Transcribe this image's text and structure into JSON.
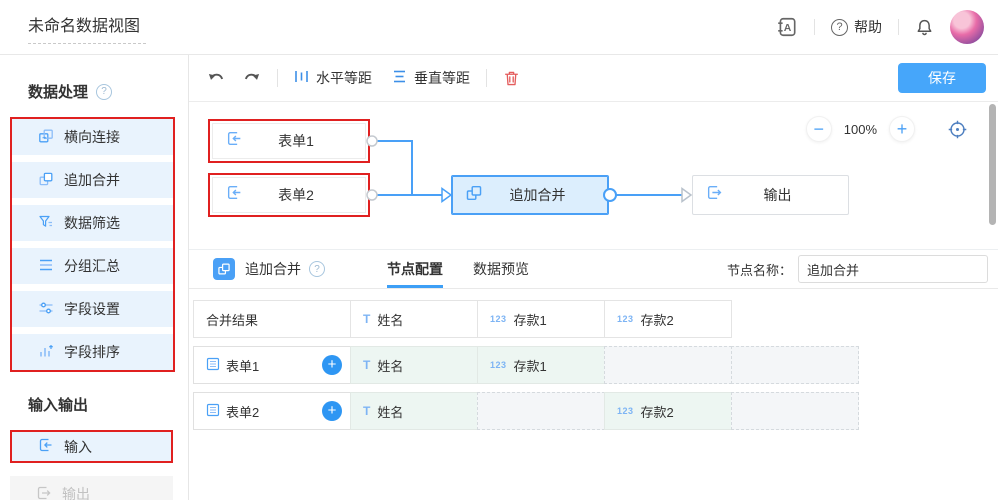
{
  "topbar": {
    "title": "未命名数据视图",
    "help_label": "帮助"
  },
  "sidebar": {
    "section1_title": "数据处理",
    "section2_title": "输入输出",
    "processing_items": [
      {
        "label": "横向连接",
        "icon": "join-icon"
      },
      {
        "label": "追加合并",
        "icon": "append-icon"
      },
      {
        "label": "数据筛选",
        "icon": "filter-icon"
      },
      {
        "label": "分组汇总",
        "icon": "group-icon"
      },
      {
        "label": "字段设置",
        "icon": "field-settings-icon"
      },
      {
        "label": "字段排序",
        "icon": "field-sort-icon"
      }
    ],
    "input_item": {
      "label": "输入",
      "icon": "input-icon"
    },
    "output_item": {
      "label": "输出",
      "icon": "output-icon",
      "disabled": true
    }
  },
  "toolbar": {
    "h_spacing_label": "水平等距",
    "v_spacing_label": "垂直等距",
    "save_label": "保存"
  },
  "canvas": {
    "zoom_level": "100%",
    "nodes": [
      {
        "label": "表单1",
        "icon": "input-icon"
      },
      {
        "label": "表单2",
        "icon": "input-icon"
      },
      {
        "label": "追加合并",
        "icon": "append-icon",
        "selected": true
      },
      {
        "label": "输出",
        "icon": "output-icon"
      }
    ]
  },
  "panel": {
    "title": "追加合并",
    "tabs": [
      {
        "label": "节点配置",
        "active": true
      },
      {
        "label": "数据预览",
        "active": false
      }
    ],
    "node_name_label": "节点名称：",
    "node_name_value": "追加合并"
  },
  "table": {
    "headers": [
      {
        "type_icon": "",
        "label": "合并结果"
      },
      {
        "type_icon": "T",
        "label": "姓名"
      },
      {
        "type_icon": "123",
        "label": "存款1"
      },
      {
        "type_icon": "123",
        "label": "存款2"
      }
    ],
    "rows": [
      {
        "source": "表单1",
        "cells": [
          {
            "type_icon": "T",
            "label": "姓名",
            "filled": true
          },
          {
            "type_icon": "123",
            "label": "存款1",
            "filled": true
          },
          {
            "filled": false
          },
          {
            "filled": false
          }
        ]
      },
      {
        "source": "表单2",
        "cells": [
          {
            "type_icon": "T",
            "label": "姓名",
            "filled": true
          },
          {
            "filled": false
          },
          {
            "type_icon": "123",
            "label": "存款2",
            "filled": true
          },
          {
            "filled": false
          }
        ]
      }
    ]
  },
  "colors": {
    "accent_blue": "#3d9ff6",
    "save_button": "#46a6fa",
    "sidebar_item_bg": "#e9f3fd",
    "selected_node_bg": "#dceefd",
    "annotation_red": "#e02020",
    "edge_blue": "#49a0f7",
    "filled_cell_bg": "#edf6f2"
  }
}
